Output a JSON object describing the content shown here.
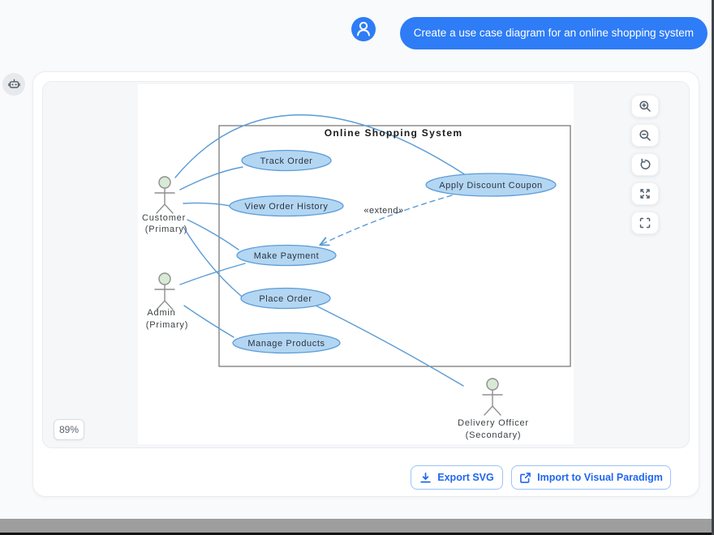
{
  "chat": {
    "user_message": "Create a use case diagram for an online shopping system"
  },
  "viewer": {
    "zoom_badge": "89%",
    "toolbar_icons": [
      "zoom-in",
      "zoom-out",
      "reset-view",
      "expand-arrows",
      "fullscreen"
    ],
    "actions": {
      "export_svg": "Export SVG",
      "import_vp": "Import to Visual Paradigm"
    }
  },
  "diagram": {
    "system_title": "Online Shopping System",
    "extend_label": "«extend»",
    "actors": [
      {
        "name": "Customer",
        "role": "(Primary)"
      },
      {
        "name": "Admin",
        "role": "(Primary)"
      },
      {
        "name": "Delivery Officer",
        "role": "(Secondary)"
      }
    ],
    "use_cases": [
      {
        "label": "Track Order"
      },
      {
        "label": "View Order History"
      },
      {
        "label": "Apply Discount Coupon"
      },
      {
        "label": "Make Payment"
      },
      {
        "label": "Place Order"
      },
      {
        "label": "Manage Products"
      }
    ],
    "relationships": [
      "Customer — Track Order",
      "Customer — View Order History",
      "Customer — Make Payment",
      "Customer — Place Order",
      "Customer — Apply Discount Coupon",
      "Admin — Make Payment",
      "Admin — Manage Products",
      "Place Order — Delivery Officer",
      "Apply Discount Coupon —extend→ Make Payment"
    ],
    "colors": {
      "usecase_fill": "#B3D6F2",
      "usecase_stroke": "#5C9CD8",
      "connector": "#5B9BD5",
      "actor_head_fill": "#D8EAD5",
      "chat_blue": "#2E7CF6",
      "button_blue": "#2166EE"
    }
  }
}
